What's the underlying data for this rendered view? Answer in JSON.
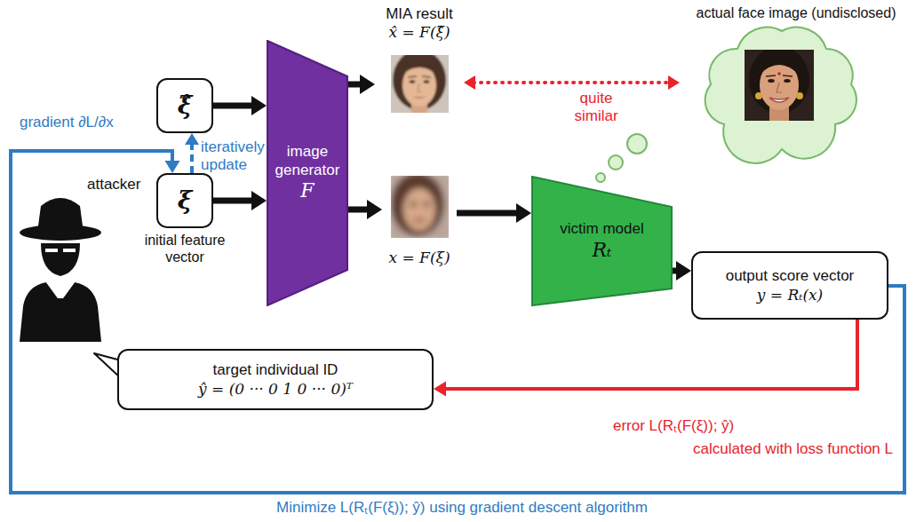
{
  "diagram": {
    "nodes": [
      {
        "text": [
          "ξ̂"
        ]
      },
      {
        "text": [
          "ξ",
          "initial feature vector"
        ]
      },
      {
        "text": [
          "image generator",
          "F"
        ]
      },
      {
        "text": [
          "MIA result",
          "x̂ = F(ξ̂)"
        ]
      },
      {
        "text": [
          "x = F(ξ)"
        ]
      },
      {
        "text": [
          "victim model",
          "Rₜ"
        ]
      },
      {
        "text": [
          "actual face image (undisclosed)"
        ]
      },
      {
        "text": [
          "output score vector",
          "y = Rₜ(x)"
        ]
      },
      {
        "text": [
          "target individual ID",
          "ŷ = (0 ··· 0 1 0 ··· 0)ᵀ"
        ]
      }
    ],
    "edges": [
      {
        "from": 0,
        "to": 2,
        "arrow": "to"
      },
      {
        "from": 1,
        "to": 2,
        "arrow": "to"
      },
      {
        "from": 2,
        "to": 3,
        "arrow": "to"
      },
      {
        "from": 2,
        "to": 4,
        "arrow": "to"
      },
      {
        "from": 4,
        "to": 5,
        "arrow": "to"
      },
      {
        "from": 5,
        "to": 7,
        "arrow": "to"
      },
      {
        "from": 3,
        "to": 6,
        "arrow": "both",
        "label": "quite similar"
      },
      {
        "from": 1,
        "to": 0,
        "arrow": "to",
        "label": "iteratively update"
      },
      {
        "from": 7,
        "to": 8,
        "arrow": "to",
        "label": "error L(Rₜ(F(ξ)); ŷ)"
      },
      {
        "from": 7,
        "to": 1,
        "arrow": "to",
        "label": "gradient ∂L/∂x"
      }
    ],
    "labels": [
      "attacker",
      "calculated with loss function L",
      "Minimize L(Rₜ(F(ξ)); ŷ) using gradient descent algorithm"
    ]
  }
}
